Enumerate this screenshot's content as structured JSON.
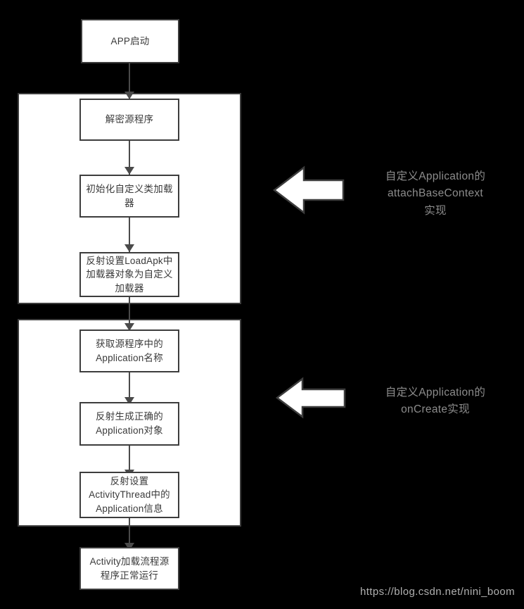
{
  "diagram": {
    "background_color": "#000000",
    "box_fill": "#ffffff",
    "box_border": "#3d3d3d",
    "box_text_color": "#3a3a3a",
    "annotation_color": "#8c8c8c",
    "watermark_color": "#b0b0b0",
    "nodes": [
      {
        "id": "app-start",
        "label": "APP启动"
      },
      {
        "id": "decrypt-source",
        "label": "解密源程序"
      },
      {
        "id": "init-classloader",
        "label": "初始化自定义类加载\n器"
      },
      {
        "id": "reflect-loadapk",
        "label": "反射设置LoadApk中\n加载器对象为自定义\n加载器"
      },
      {
        "id": "get-application-name",
        "label": "获取源程序中的\nApplication名称"
      },
      {
        "id": "reflect-create-app",
        "label": "反射生成正确的\nApplication对象"
      },
      {
        "id": "reflect-activitythread",
        "label": "反射设置\nActivityThread中的\nApplication信息"
      },
      {
        "id": "activity-load",
        "label": "Activity加载流程源\n程序正常运行"
      }
    ],
    "annotations": [
      {
        "id": "attach-base-context",
        "label": "自定义Application的\nattachBaseContext\n实现"
      },
      {
        "id": "on-create",
        "label": "自定义Application的\nonCreate实现"
      }
    ],
    "watermark": "https://blog.csdn.net/nini_boom"
  }
}
